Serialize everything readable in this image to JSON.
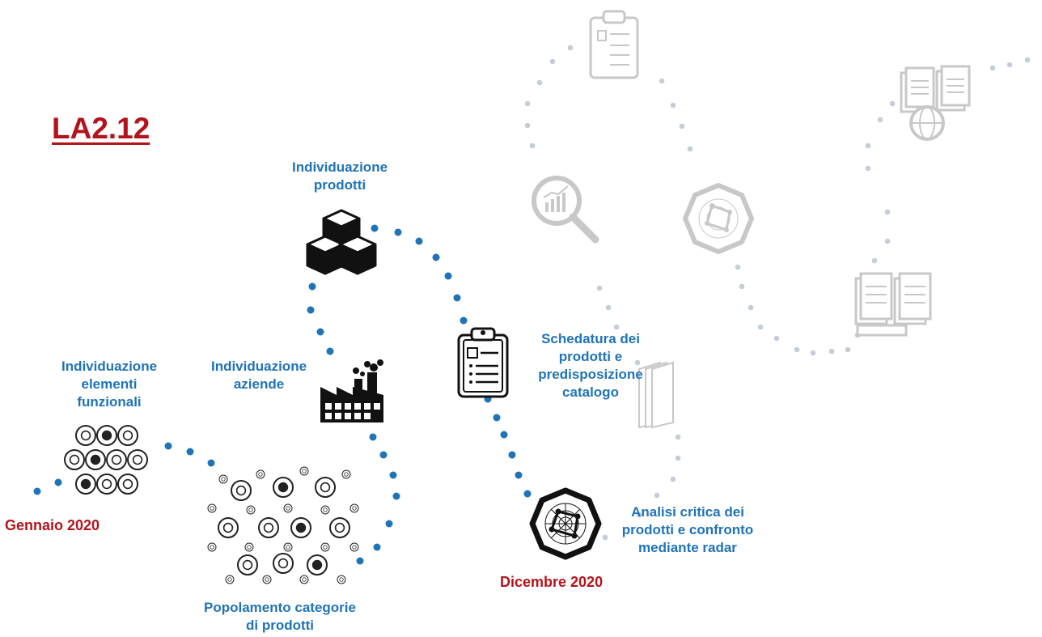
{
  "title": "LA2.12",
  "colors": {
    "dot": "#1f73b7",
    "ghost_dot": "#c5ced8",
    "label": "#1f73b7",
    "date": "#b3141c",
    "ghost_icon": "#c8c8c8"
  },
  "steps": {
    "elementi": "Individuazione elementi funzionali",
    "elementi_lines": [
      "Individuazione",
      "elementi",
      "funzionali"
    ],
    "popolamento_lines": [
      "Popolamento categorie",
      "di prodotti"
    ],
    "aziende_lines": [
      "Individuazione",
      "aziende"
    ],
    "prodotti_lines": [
      "Individuazione",
      "prodotti"
    ],
    "schedatura_lines": [
      "Schedatura dei",
      "prodotti e",
      "predisposizione",
      "catalogo"
    ],
    "analisi_lines": [
      "Analisi critica dei",
      "prodotti e confronto",
      "mediante radar"
    ]
  },
  "dates": {
    "start": "Gennaio 2020",
    "end": "Dicembre 2020"
  },
  "icons": [
    "functional-elements-icon-cluster",
    "product-categories-icon-cluster",
    "factory-icon",
    "boxes-icon",
    "clipboard-icon",
    "radar-octagon-icon",
    "ghost-clipboard-icon",
    "ghost-magnifier-chart-icon",
    "ghost-radar-icon",
    "ghost-documents-globe-icon",
    "ghost-documents-stack-icon",
    "ghost-catalog-icon"
  ]
}
